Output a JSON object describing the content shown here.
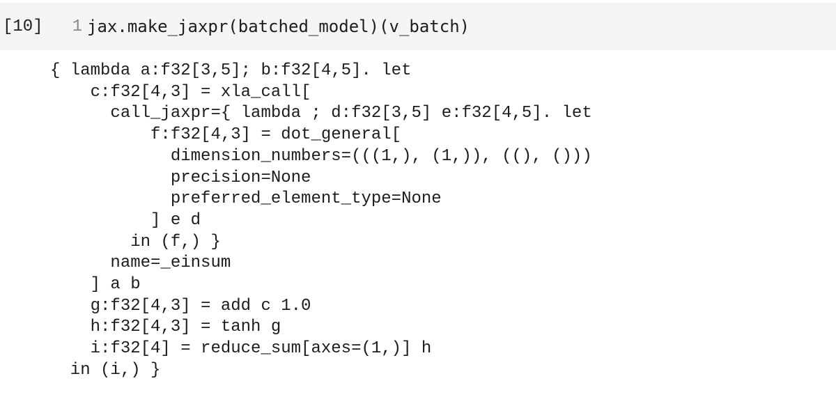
{
  "cell": {
    "execution_count": "[10]",
    "code_line": {
      "number": "1",
      "code": "jax.make_jaxpr(batched_model)(v_batch)"
    }
  },
  "output": {
    "text": "{ lambda a:f32[3,5]; b:f32[4,5]. let\n    c:f32[4,3] = xla_call[\n      call_jaxpr={ lambda ; d:f32[3,5] e:f32[4,5]. let\n          f:f32[4,3] = dot_general[\n            dimension_numbers=(((1,), (1,)), ((), ()))\n            precision=None\n            preferred_element_type=None\n          ] e d\n        in (f,) }\n      name=_einsum\n    ] a b\n    g:f32[4,3] = add c 1.0\n    h:f32[4,3] = tanh g\n    i:f32[4] = reduce_sum[axes=(1,)] h\n  in (i,) }"
  },
  "colors": {
    "cell_background": "#f5f5f5",
    "page_background": "#ffffff",
    "code_text": "#1d1d1d",
    "line_number": "#8a8a8a"
  }
}
